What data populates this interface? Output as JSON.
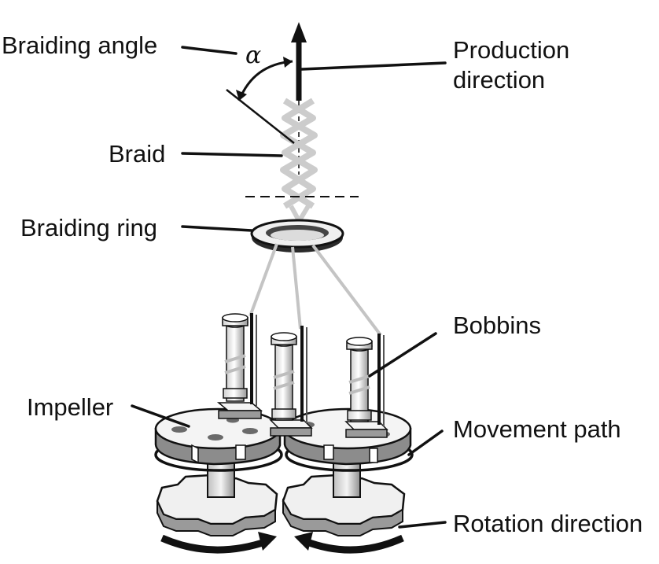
{
  "labels": {
    "braiding_angle": "Braiding angle",
    "alpha": "α",
    "production_line1": "Production",
    "production_line2": "direction",
    "braid": "Braid",
    "braiding_ring": "Braiding ring",
    "bobbins": "Bobbins",
    "impeller": "Impeller",
    "movement_path": "Movement path",
    "rotation_direction": "Rotation direction"
  },
  "colors": {
    "ink": "#111111",
    "braid": "#c9c9c9",
    "metal_light": "#f2f2f2",
    "metal_mid": "#bdbdbd",
    "metal_dark": "#6a6a6a"
  }
}
